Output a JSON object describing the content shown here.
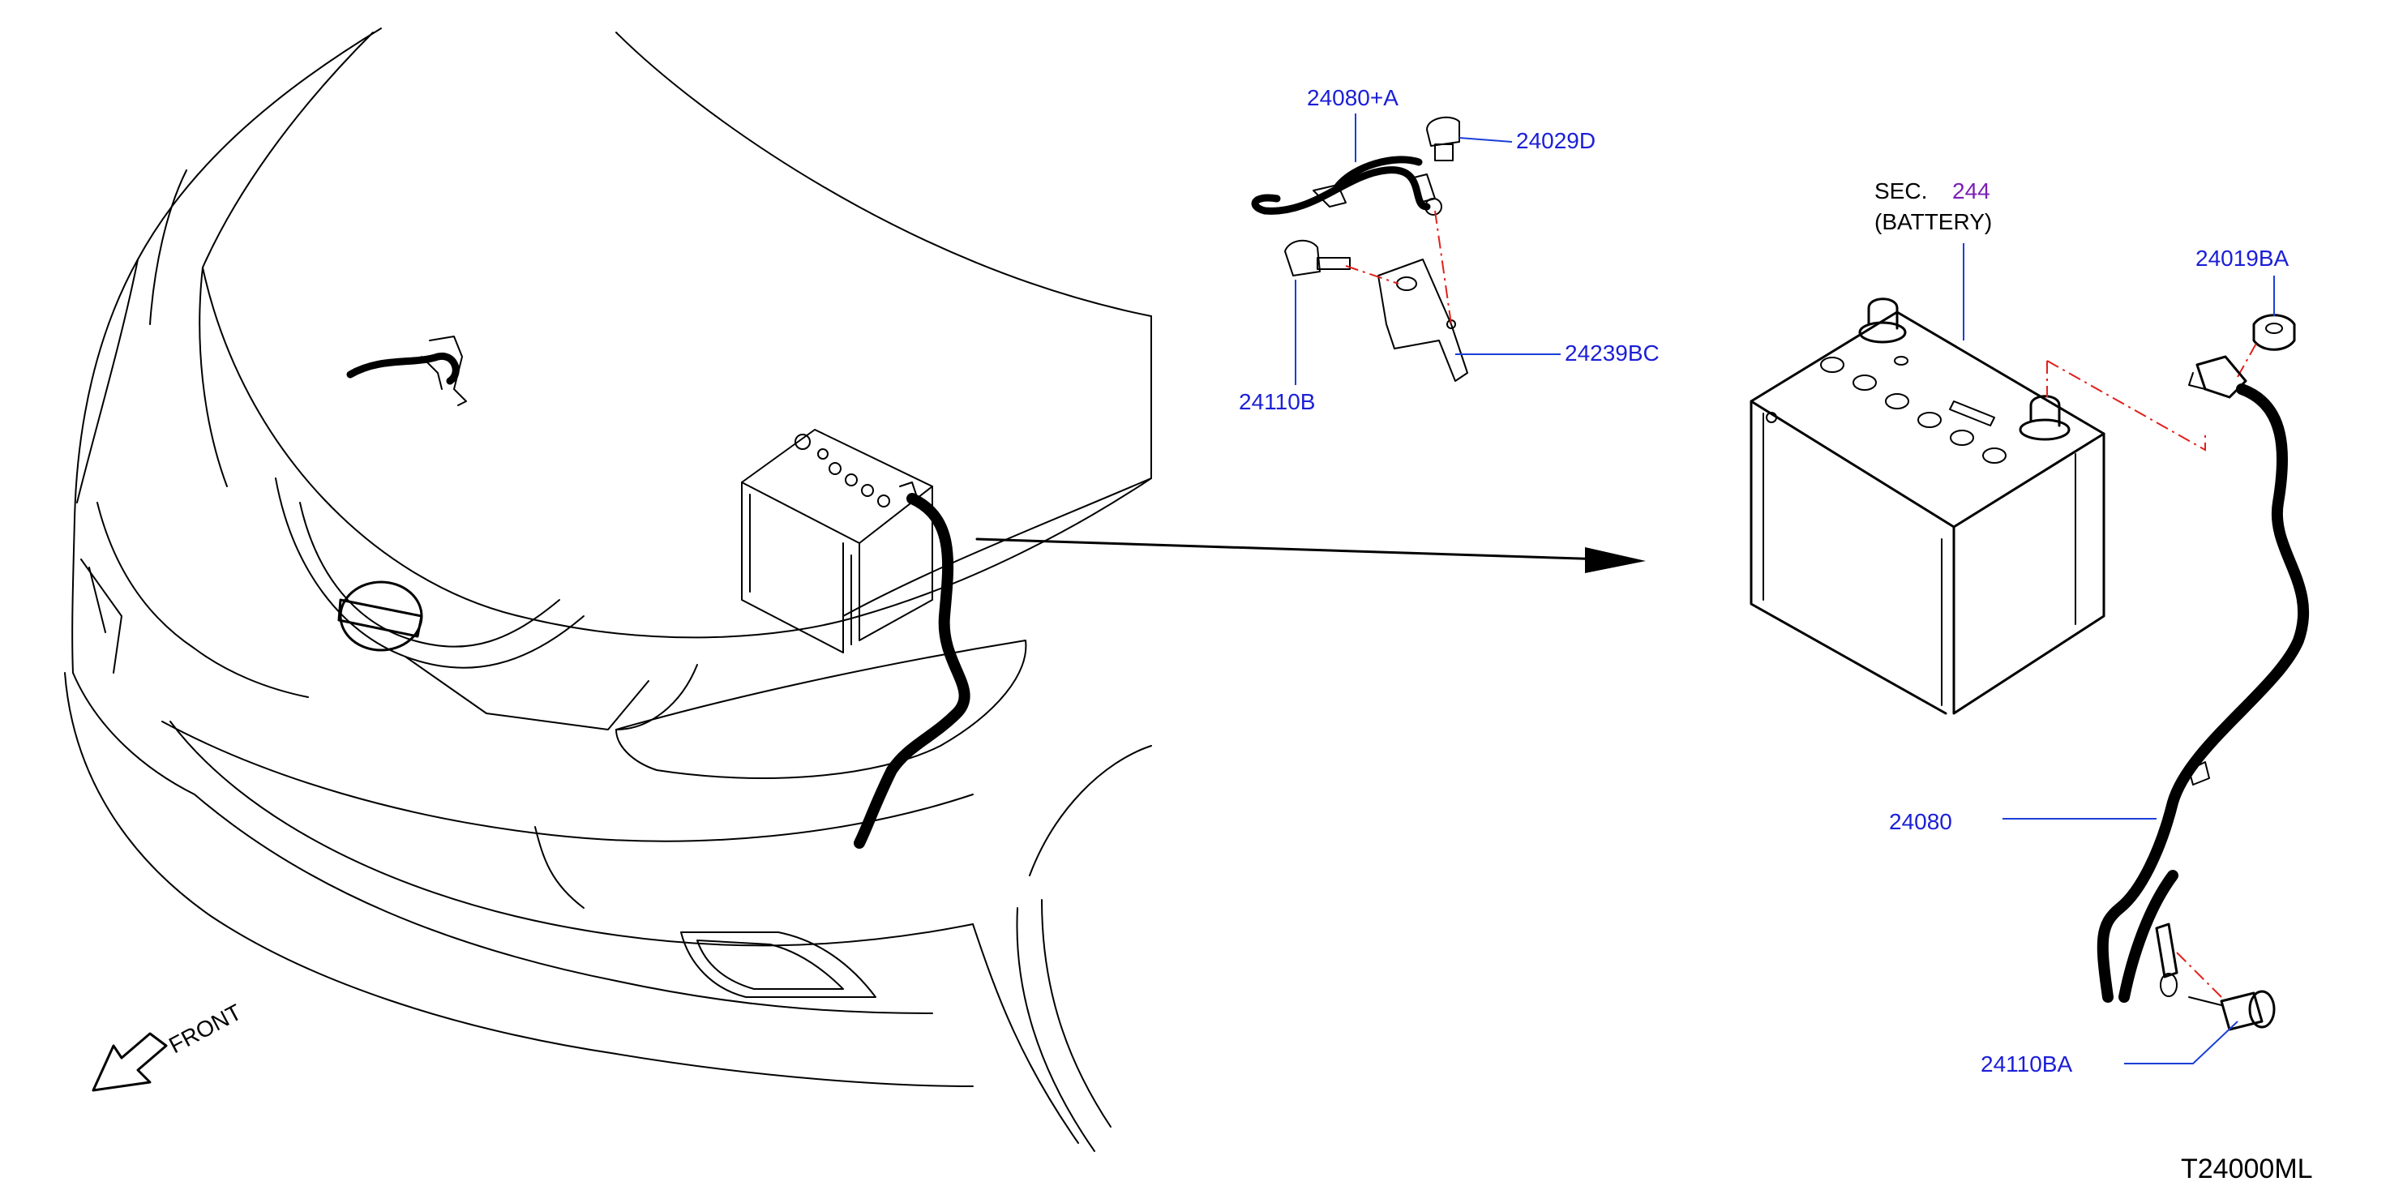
{
  "labels": {
    "part_24080_a": "24080+A",
    "part_24029d": "24029D",
    "part_24110b": "24110B",
    "part_24239bc": "24239BC",
    "sec_prefix": "SEC.",
    "sec_number": "244",
    "battery": "(BATTERY)",
    "part_24019ba": "24019BA",
    "part_24080": "24080",
    "part_24110ba": "24110BA",
    "front": "FRONT",
    "diagram_code": "T24000ML"
  },
  "colors": {
    "part_label": "#1b1fd6",
    "section_ref": "#7a1fb5",
    "dashed_guide": "#e0201c",
    "line": "#000000"
  }
}
